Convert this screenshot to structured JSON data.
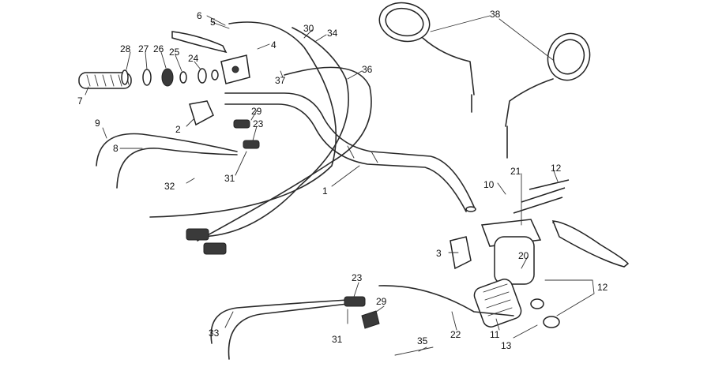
{
  "labels": [
    {
      "id": "1",
      "text": "1"
    },
    {
      "id": "2",
      "text": "2"
    },
    {
      "id": "3",
      "text": "3"
    },
    {
      "id": "4",
      "text": "4"
    },
    {
      "id": "5",
      "text": "5"
    },
    {
      "id": "6",
      "text": "6"
    },
    {
      "id": "7",
      "text": "7"
    },
    {
      "id": "8",
      "text": "8"
    },
    {
      "id": "9",
      "text": "9"
    },
    {
      "id": "10",
      "text": "10"
    },
    {
      "id": "11",
      "text": "11"
    },
    {
      "id": "12a",
      "text": "12"
    },
    {
      "id": "12b",
      "text": "12"
    },
    {
      "id": "13",
      "text": "13"
    },
    {
      "id": "20",
      "text": "20"
    },
    {
      "id": "21",
      "text": "21"
    },
    {
      "id": "22",
      "text": "22"
    },
    {
      "id": "23a",
      "text": "23"
    },
    {
      "id": "23b",
      "text": "23"
    },
    {
      "id": "24",
      "text": "24"
    },
    {
      "id": "25",
      "text": "25"
    },
    {
      "id": "26",
      "text": "26"
    },
    {
      "id": "27",
      "text": "27"
    },
    {
      "id": "28",
      "text": "28"
    },
    {
      "id": "29a",
      "text": "29"
    },
    {
      "id": "29b",
      "text": "29"
    },
    {
      "id": "30",
      "text": "30"
    },
    {
      "id": "31a",
      "text": "31"
    },
    {
      "id": "31b",
      "text": "31"
    },
    {
      "id": "32",
      "text": "32"
    },
    {
      "id": "33",
      "text": "33"
    },
    {
      "id": "34",
      "text": "34"
    },
    {
      "id": "35",
      "text": "35"
    },
    {
      "id": "36",
      "text": "36"
    },
    {
      "id": "37",
      "text": "37"
    },
    {
      "id": "38",
      "text": "38"
    }
  ]
}
